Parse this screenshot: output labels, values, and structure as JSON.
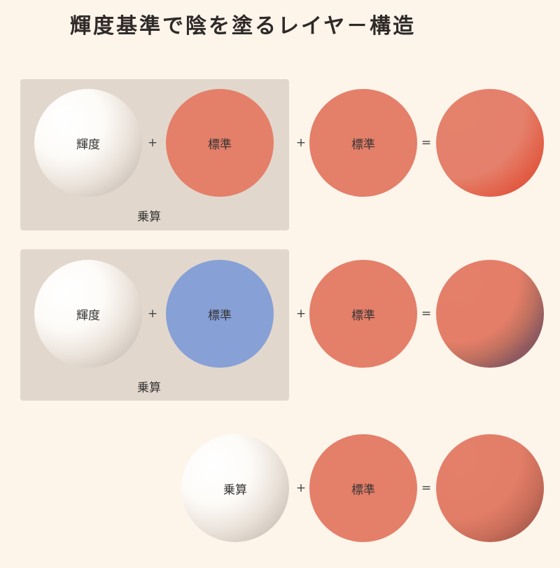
{
  "title": "輝度基準で陰を塗るレイヤ－構造",
  "rows": [
    {
      "group_label": "乗算",
      "items": [
        "輝度",
        "標準",
        "標準"
      ],
      "ops": [
        "+",
        "+",
        "="
      ]
    },
    {
      "group_label": "乗算",
      "items": [
        "輝度",
        "標準",
        "標準"
      ],
      "ops": [
        "+",
        "+",
        "="
      ]
    },
    {
      "items": [
        "乗算",
        "標準"
      ],
      "ops": [
        "+",
        "="
      ]
    }
  ],
  "colors": {
    "background": "#fdf4ea",
    "panel": "#e2d7cc",
    "salmon": "#e47f69",
    "blue": "#87a0d6",
    "shadow_red": "#dd3b25",
    "shadow_purple": "#835462",
    "shadow_dark": "#8e4c45"
  }
}
